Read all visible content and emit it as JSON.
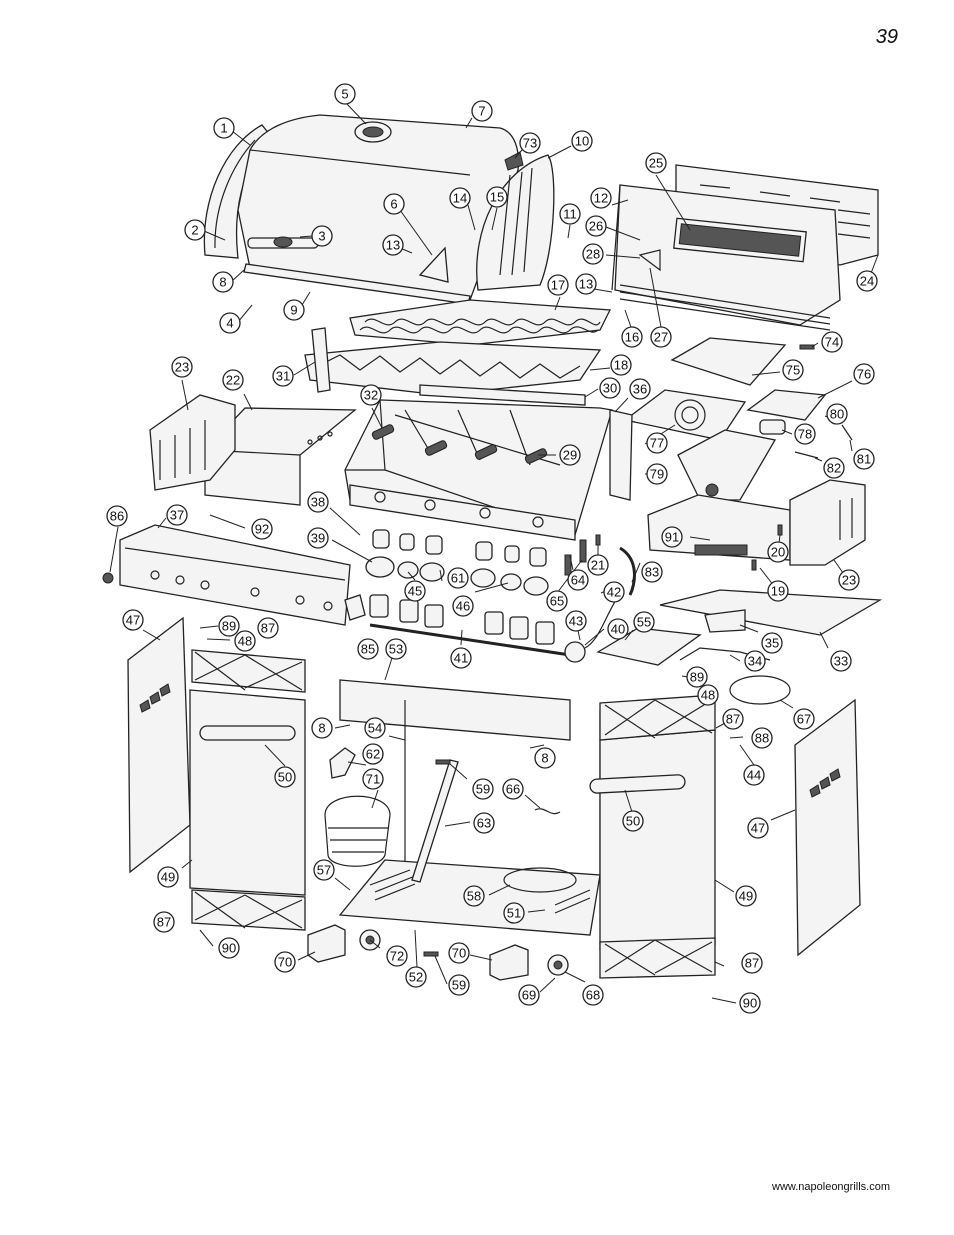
{
  "page": {
    "number": "39",
    "footer_url": "www.napoleongrills.com"
  },
  "callouts": [
    {
      "label": "1"
    },
    {
      "label": "2"
    },
    {
      "label": "3"
    },
    {
      "label": "4"
    },
    {
      "label": "5"
    },
    {
      "label": "6"
    },
    {
      "label": "7"
    },
    {
      "label": "8"
    },
    {
      "label": "9"
    },
    {
      "label": "10"
    },
    {
      "label": "11"
    },
    {
      "label": "12"
    },
    {
      "label": "13"
    },
    {
      "label": "13"
    },
    {
      "label": "14"
    },
    {
      "label": "15"
    },
    {
      "label": "16"
    },
    {
      "label": "17"
    },
    {
      "label": "18"
    },
    {
      "label": "19"
    },
    {
      "label": "20"
    },
    {
      "label": "21"
    },
    {
      "label": "22"
    },
    {
      "label": "23"
    },
    {
      "label": "23"
    },
    {
      "label": "24"
    },
    {
      "label": "25"
    },
    {
      "label": "26"
    },
    {
      "label": "27"
    },
    {
      "label": "28"
    },
    {
      "label": "29"
    },
    {
      "label": "30"
    },
    {
      "label": "31"
    },
    {
      "label": "32"
    },
    {
      "label": "33"
    },
    {
      "label": "34"
    },
    {
      "label": "35"
    },
    {
      "label": "36"
    },
    {
      "label": "37"
    },
    {
      "label": "38"
    },
    {
      "label": "39"
    },
    {
      "label": "40"
    },
    {
      "label": "41"
    },
    {
      "label": "42"
    },
    {
      "label": "43"
    },
    {
      "label": "44"
    },
    {
      "label": "45"
    },
    {
      "label": "46"
    },
    {
      "label": "47"
    },
    {
      "label": "47"
    },
    {
      "label": "48"
    },
    {
      "label": "48"
    },
    {
      "label": "49"
    },
    {
      "label": "49"
    },
    {
      "label": "50"
    },
    {
      "label": "50"
    },
    {
      "label": "51"
    },
    {
      "label": "52"
    },
    {
      "label": "53"
    },
    {
      "label": "54"
    },
    {
      "label": "55"
    },
    {
      "label": "57"
    },
    {
      "label": "58"
    },
    {
      "label": "59"
    },
    {
      "label": "59"
    },
    {
      "label": "61"
    },
    {
      "label": "62"
    },
    {
      "label": "63"
    },
    {
      "label": "64"
    },
    {
      "label": "65"
    },
    {
      "label": "66"
    },
    {
      "label": "67"
    },
    {
      "label": "68"
    },
    {
      "label": "69"
    },
    {
      "label": "70"
    },
    {
      "label": "70"
    },
    {
      "label": "71"
    },
    {
      "label": "72"
    },
    {
      "label": "73"
    },
    {
      "label": "74"
    },
    {
      "label": "75"
    },
    {
      "label": "76"
    },
    {
      "label": "77"
    },
    {
      "label": "78"
    },
    {
      "label": "79"
    },
    {
      "label": "80"
    },
    {
      "label": "81"
    },
    {
      "label": "82"
    },
    {
      "label": "83"
    },
    {
      "label": "85"
    },
    {
      "label": "86"
    },
    {
      "label": "87"
    },
    {
      "label": "87"
    },
    {
      "label": "87"
    },
    {
      "label": "87"
    },
    {
      "label": "88"
    },
    {
      "label": "89"
    },
    {
      "label": "89"
    },
    {
      "label": "90"
    },
    {
      "label": "90"
    },
    {
      "label": "91"
    },
    {
      "label": "92"
    },
    {
      "label": "8"
    },
    {
      "label": "8"
    }
  ]
}
